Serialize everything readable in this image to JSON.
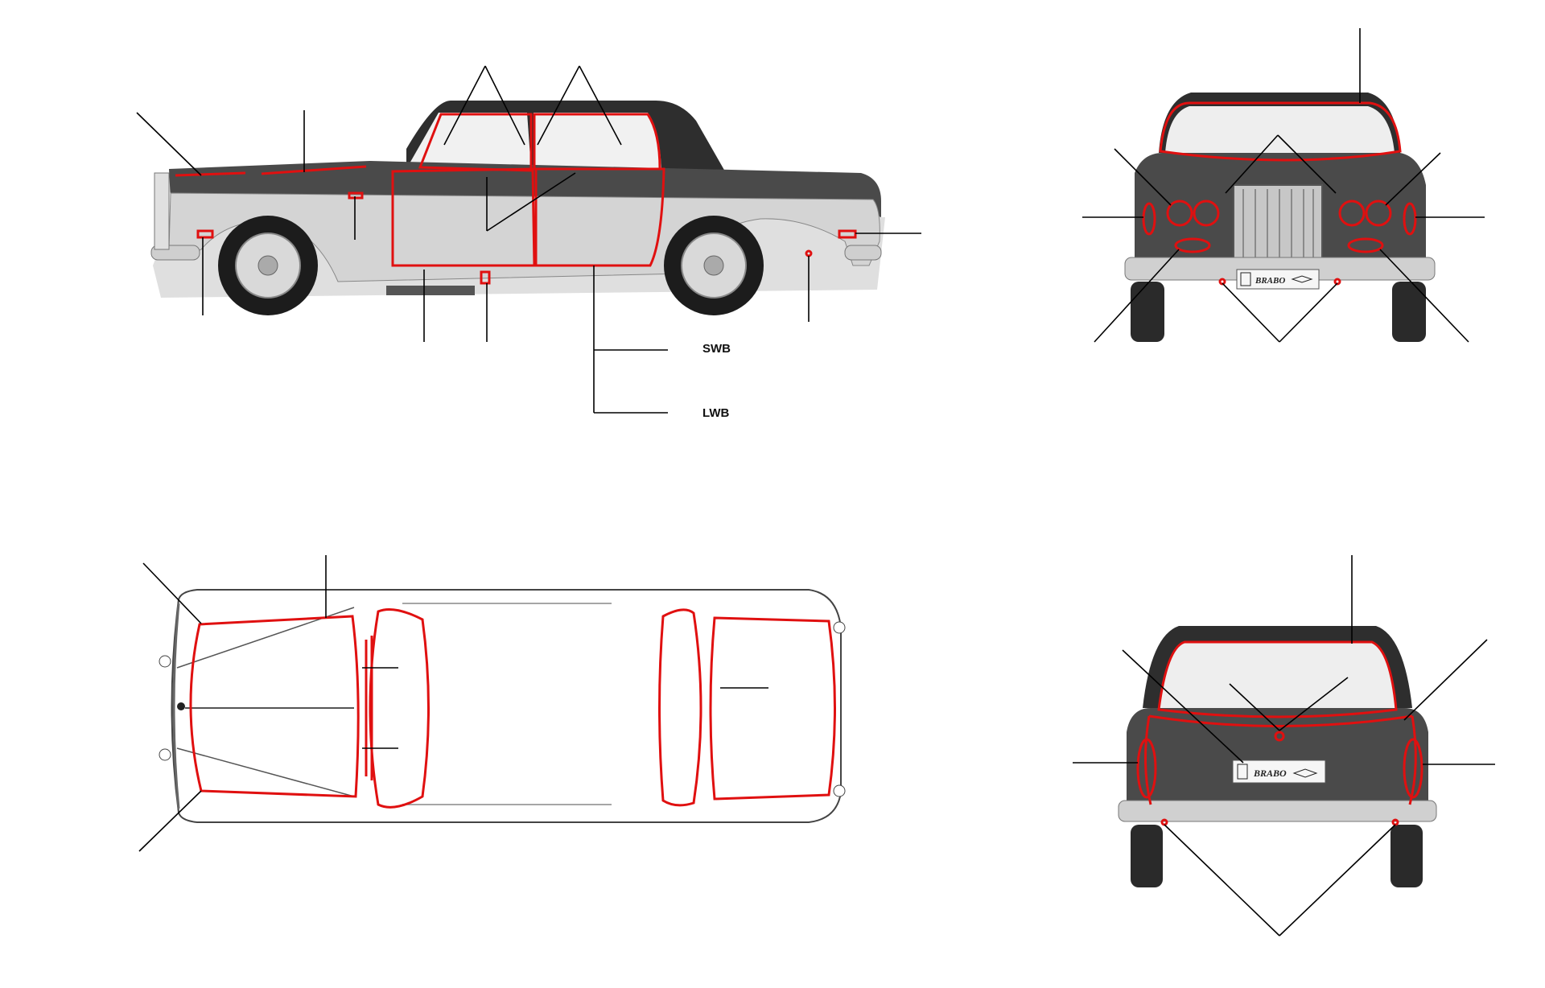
{
  "labels": {
    "swb": "SWB",
    "lwb": "LWB"
  },
  "plates": {
    "front": "BRABO",
    "rear": "BRABO"
  },
  "colors": {
    "outline": "#e01010",
    "leader": "#000000",
    "body_light": "#d6d6d6",
    "body_dark": "#4a4a4a",
    "roof": "#2e2e2e",
    "wheel": "#1c1c1c"
  },
  "icons": {
    "plate_badge": "rolls-royce-badge-icon",
    "plate_wings": "bentley-wings-icon"
  }
}
